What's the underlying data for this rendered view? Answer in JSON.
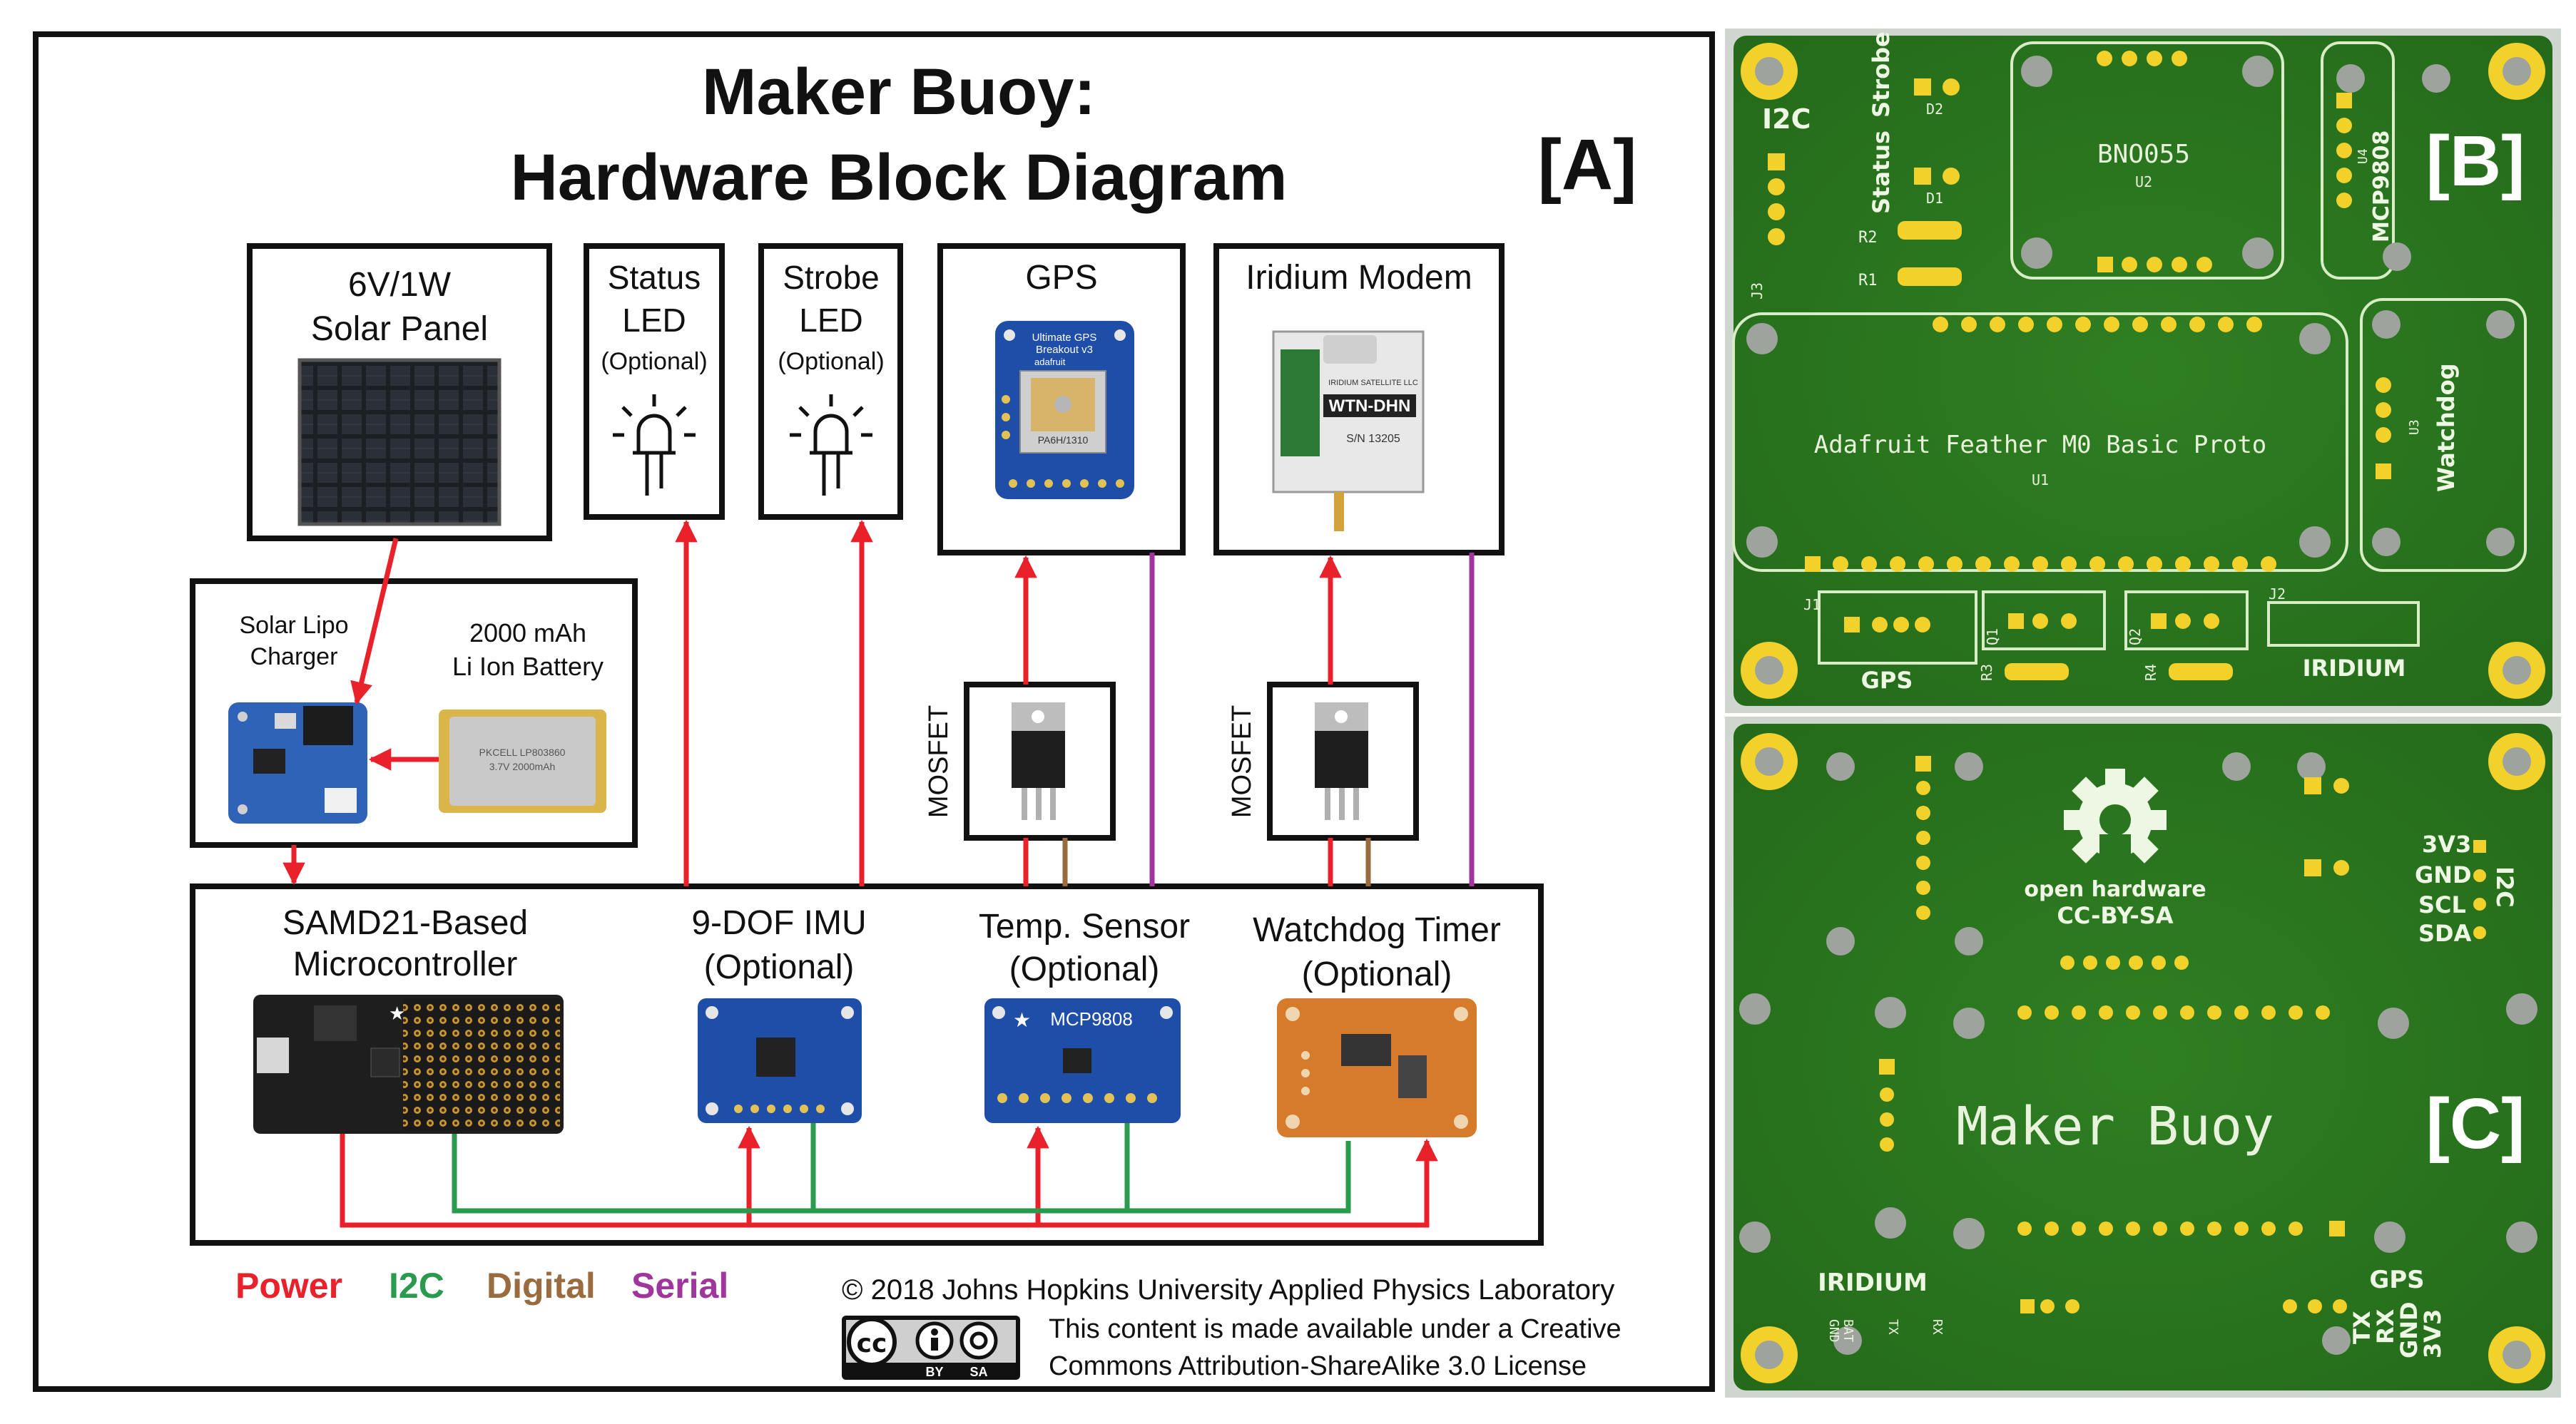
{
  "panel_a": {
    "label": "[A]",
    "title_line1": "Maker Buoy:",
    "title_line2": "Hardware Block Diagram",
    "blocks": {
      "solar_line1": "6V/1W",
      "solar_line2": "Solar Panel",
      "status_line1": "Status",
      "status_line2": "LED",
      "status_opt": "(Optional)",
      "strobe_line1": "Strobe",
      "strobe_line2": "LED",
      "strobe_opt": "(Optional)",
      "gps": "GPS",
      "iridium": "Iridium Modem",
      "charger_line1": "Solar Lipo",
      "charger_line2": "Charger",
      "battery_line1": "2000 mAh",
      "battery_line2": "Li Ion Battery",
      "mosfet1": "MOSFET",
      "mosfet2": "MOSFET",
      "mcu_line1": "SAMD21-Based",
      "mcu_line2": "Microcontroller",
      "imu_line1": "9-DOF IMU",
      "imu_line2": "(Optional)",
      "temp_line1": "Temp. Sensor",
      "temp_line2": "(Optional)",
      "wdt_line1": "Watchdog Timer",
      "wdt_line2": "(Optional)"
    },
    "chip_labels": {
      "gps_board1": "Ultimate GPS",
      "gps_board2": "Breakout v3",
      "gps_board3": "adafruit",
      "gps_module": "PA6H/1310",
      "modem_maker": "IRIDIUM SATELLITE LLC",
      "modem_model": "WTN-DHN",
      "modem_sn": "S/N 13205",
      "battery_text1": "PKCELL LP803860",
      "battery_text2": "3.7V 2000mAh",
      "temp_chip": "MCP9808"
    },
    "legend": {
      "power": "Power",
      "i2c": "I2C",
      "digital": "Digital",
      "serial": "Serial"
    },
    "legend_colors": {
      "power": "#e8212b",
      "i2c": "#2a9a4f",
      "digital": "#9a6b3e",
      "serial": "#a0359e"
    },
    "copyright": "© 2018 Johns Hopkins University Applied Physics Laboratory",
    "license_line1": "This content is made available under a Creative",
    "license_line2": "Commons Attribution-ShareAlike 3.0 License",
    "cc_badge": {
      "by": "BY",
      "sa": "SA"
    }
  },
  "panel_b": {
    "label": "[B]",
    "silk": {
      "i2c": "I2C",
      "status": "Status",
      "strobe": "Strobe",
      "d2": "D2",
      "d1": "D1",
      "r2": "R2",
      "r1": "R1",
      "j3": "J3",
      "bno": "BNO055",
      "u2": "U2",
      "mcp": "MCP9808",
      "u4": "U4",
      "feather": "Adafruit Feather M0 Basic Proto",
      "u1": "U1",
      "watchdog": "Watchdog",
      "u3": "U3",
      "j1": "J1",
      "q1": "Q1",
      "q2": "Q2",
      "j2": "J2",
      "gps": "GPS",
      "r3": "R3",
      "r4": "R4",
      "iridium": "IRIDIUM"
    }
  },
  "panel_c": {
    "label": "[C]",
    "silk": {
      "oh1": "open hardware",
      "oh2": "CC-BY-SA",
      "title": "Maker Buoy",
      "pin_3v3": "3V3",
      "pin_gnd": "GND",
      "pin_scl": "SCL",
      "pin_sda": "SDA",
      "i2c": "I2C",
      "iridium": "IRIDIUM",
      "bat": "BAT",
      "gnd1": "GND",
      "tx1": "TX",
      "rx1": "RX",
      "gps": "GPS",
      "tx2": "TX",
      "rx2": "RX",
      "gnd2": "GND",
      "v3": "3V3"
    }
  }
}
